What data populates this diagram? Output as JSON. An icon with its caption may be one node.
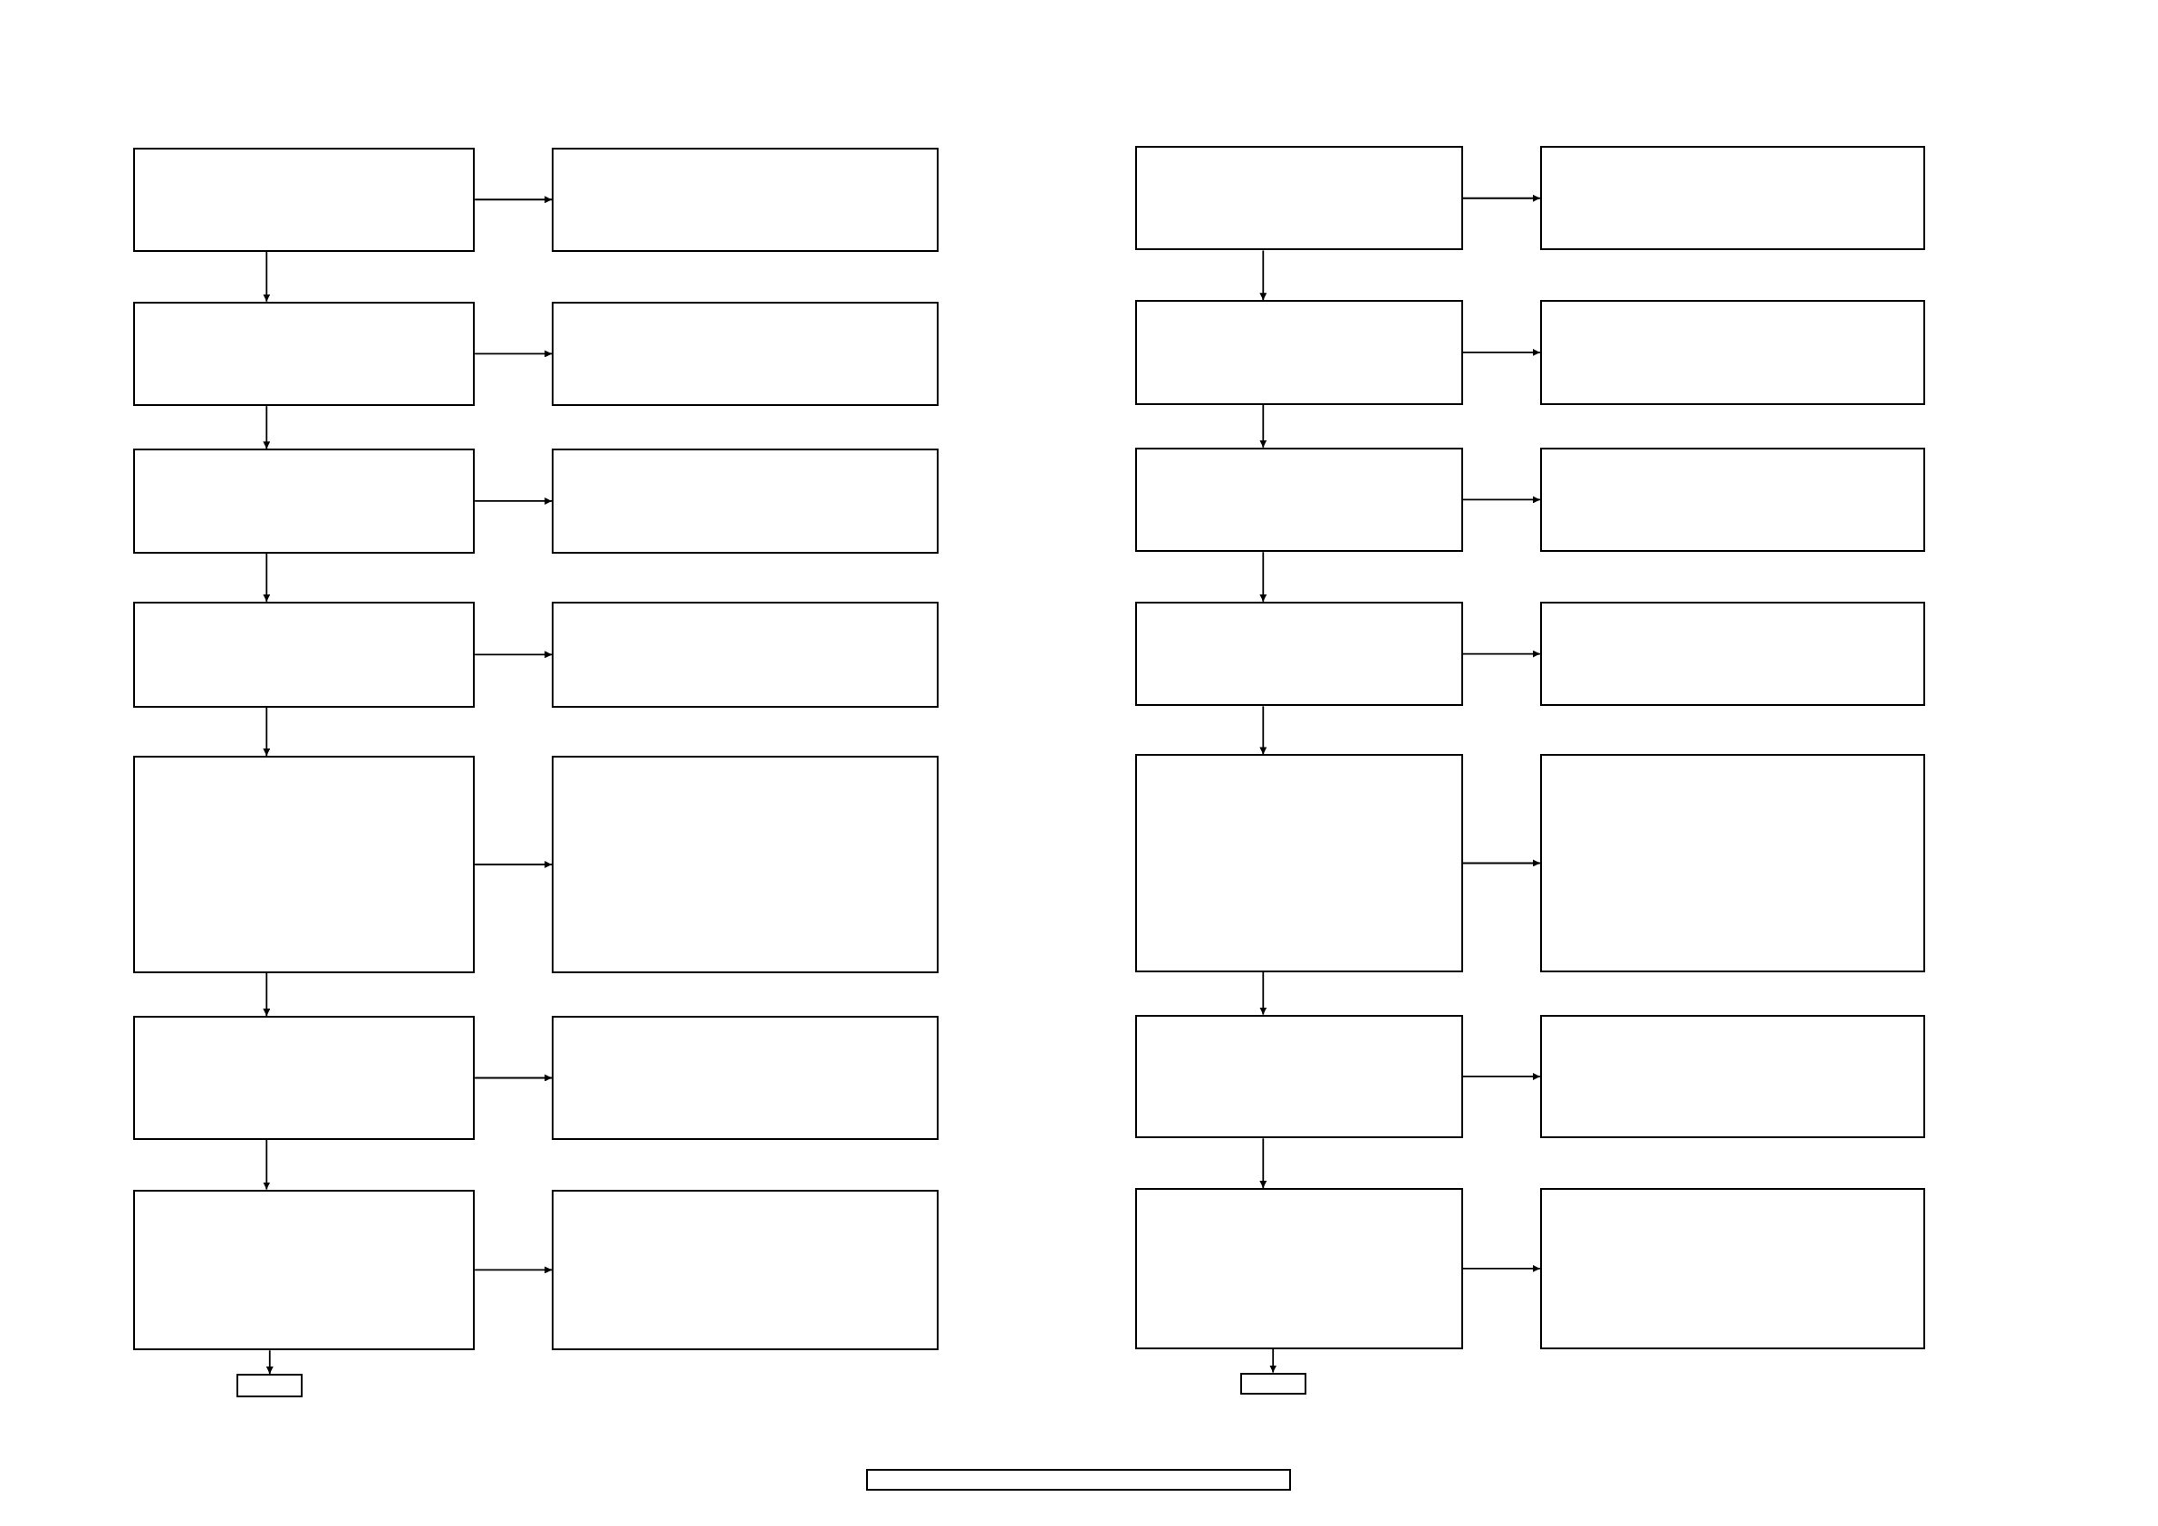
{
  "diagram": {
    "nodes": [
      {
        "text": [],
        "shape": "box"
      },
      {
        "text": [],
        "shape": "box"
      },
      {
        "text": [],
        "shape": "box"
      },
      {
        "text": [],
        "shape": "box"
      },
      {
        "text": [],
        "shape": "box"
      },
      {
        "text": [],
        "shape": "box"
      },
      {
        "text": [],
        "shape": "box"
      },
      {
        "text": [],
        "shape": "box"
      },
      {
        "text": [],
        "shape": "box"
      },
      {
        "text": [],
        "shape": "box"
      },
      {
        "text": [],
        "shape": "box"
      },
      {
        "text": [],
        "shape": "box"
      },
      {
        "text": [],
        "shape": "box"
      },
      {
        "text": [],
        "shape": "box"
      },
      {
        "text": [],
        "shape": "box"
      },
      {
        "text": [],
        "shape": "box"
      },
      {
        "text": [],
        "shape": "box"
      },
      {
        "text": [],
        "shape": "box"
      },
      {
        "text": [],
        "shape": "box"
      },
      {
        "text": [],
        "shape": "box"
      },
      {
        "text": [],
        "shape": "box"
      },
      {
        "text": [],
        "shape": "box"
      },
      {
        "text": [],
        "shape": "box"
      },
      {
        "text": [],
        "shape": "box"
      },
      {
        "text": [],
        "shape": "box"
      },
      {
        "text": [],
        "shape": "box"
      },
      {
        "text": [],
        "shape": "box"
      },
      {
        "text": [],
        "shape": "box"
      },
      {
        "text": [],
        "shape": "box"
      },
      {
        "text": [],
        "shape": "box"
      },
      {
        "text": [],
        "shape": "box"
      }
    ],
    "edges": [
      {
        "from": 0,
        "to": 1,
        "arrow": "to"
      },
      {
        "from": 0,
        "to": 2,
        "arrow": "to"
      },
      {
        "from": 2,
        "to": 3,
        "arrow": "to"
      },
      {
        "from": 2,
        "to": 4,
        "arrow": "to"
      },
      {
        "from": 4,
        "to": 5,
        "arrow": "to"
      },
      {
        "from": 4,
        "to": 6,
        "arrow": "to"
      },
      {
        "from": 6,
        "to": 7,
        "arrow": "to"
      },
      {
        "from": 6,
        "to": 8,
        "arrow": "to"
      },
      {
        "from": 8,
        "to": 9,
        "arrow": "to"
      },
      {
        "from": 8,
        "to": 10,
        "arrow": "to"
      },
      {
        "from": 10,
        "to": 11,
        "arrow": "to"
      },
      {
        "from": 10,
        "to": 12,
        "arrow": "to"
      },
      {
        "from": 12,
        "to": 13,
        "arrow": "to"
      },
      {
        "from": 12,
        "to": 14,
        "arrow": "to"
      },
      {
        "from": 15,
        "to": 16,
        "arrow": "to"
      },
      {
        "from": 15,
        "to": 17,
        "arrow": "to"
      },
      {
        "from": 17,
        "to": 18,
        "arrow": "to"
      },
      {
        "from": 17,
        "to": 19,
        "arrow": "to"
      },
      {
        "from": 19,
        "to": 20,
        "arrow": "to"
      },
      {
        "from": 19,
        "to": 21,
        "arrow": "to"
      },
      {
        "from": 21,
        "to": 22,
        "arrow": "to"
      },
      {
        "from": 21,
        "to": 23,
        "arrow": "to"
      },
      {
        "from": 23,
        "to": 24,
        "arrow": "to"
      },
      {
        "from": 23,
        "to": 25,
        "arrow": "to"
      },
      {
        "from": 25,
        "to": 26,
        "arrow": "to"
      },
      {
        "from": 25,
        "to": 27,
        "arrow": "to"
      },
      {
        "from": 27,
        "to": 28,
        "arrow": "to"
      },
      {
        "from": 27,
        "to": 29,
        "arrow": "to"
      }
    ]
  }
}
